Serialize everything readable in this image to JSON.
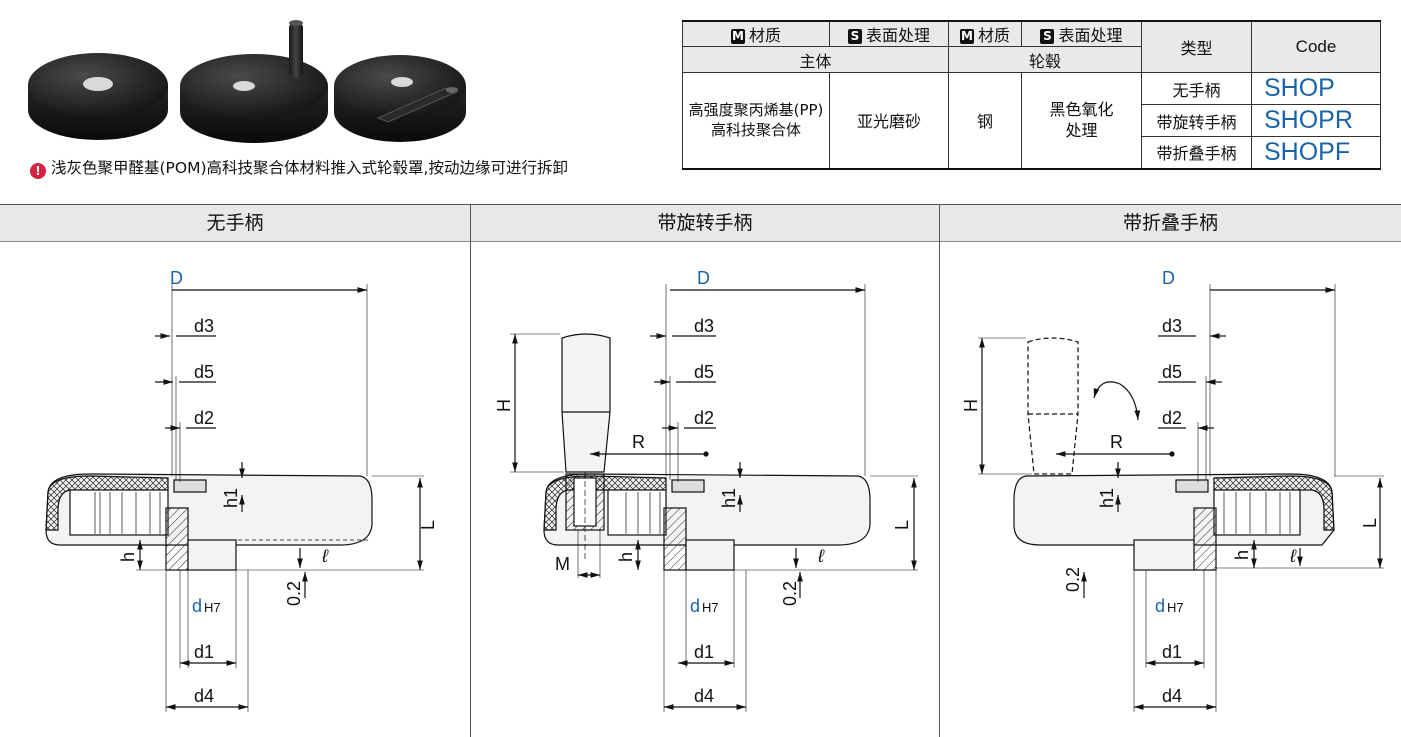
{
  "spec_table": {
    "col_material": "材质",
    "col_surface": "表面处理",
    "badge_m": "M",
    "badge_s": "S",
    "group_body": "主体",
    "group_hub": "轮毂",
    "col_type": "类型",
    "col_code": "Code",
    "body_material_line1": "高强度聚丙烯基(PP)",
    "body_material_line2": "高科技聚合体",
    "body_surface": "亚光磨砂",
    "hub_material": "钢",
    "hub_surface_line1": "黑色氧化",
    "hub_surface_line2": "处理",
    "rows": [
      {
        "type": "无手柄",
        "code": "SHOP"
      },
      {
        "type": "带旋转手柄",
        "code": "SHOPR"
      },
      {
        "type": "带折叠手柄",
        "code": "SHOPF"
      }
    ]
  },
  "note": {
    "icon": "!",
    "text": "浅灰色聚甲醛基(POM)高科技聚合体材料推入式轮毂罩,按动边缘可进行拆卸"
  },
  "panels": [
    {
      "title": "无手柄"
    },
    {
      "title": "带旋转手柄"
    },
    {
      "title": "带折叠手柄"
    }
  ],
  "dims": {
    "D": "D",
    "d3": "d3",
    "d5": "d5",
    "d2": "d2",
    "h1": "h1",
    "h": "h",
    "L": "L",
    "l": "ℓ",
    "dH7_d": "d",
    "dH7_sub": "H7",
    "d1": "d1",
    "d4": "d4",
    "zero2": "0.2",
    "H": "H",
    "R": "R",
    "M": "M"
  },
  "colors": {
    "accent_blue": "#1a63a8",
    "note_red": "#d8213e",
    "header_gray": "#e8e8e8"
  }
}
